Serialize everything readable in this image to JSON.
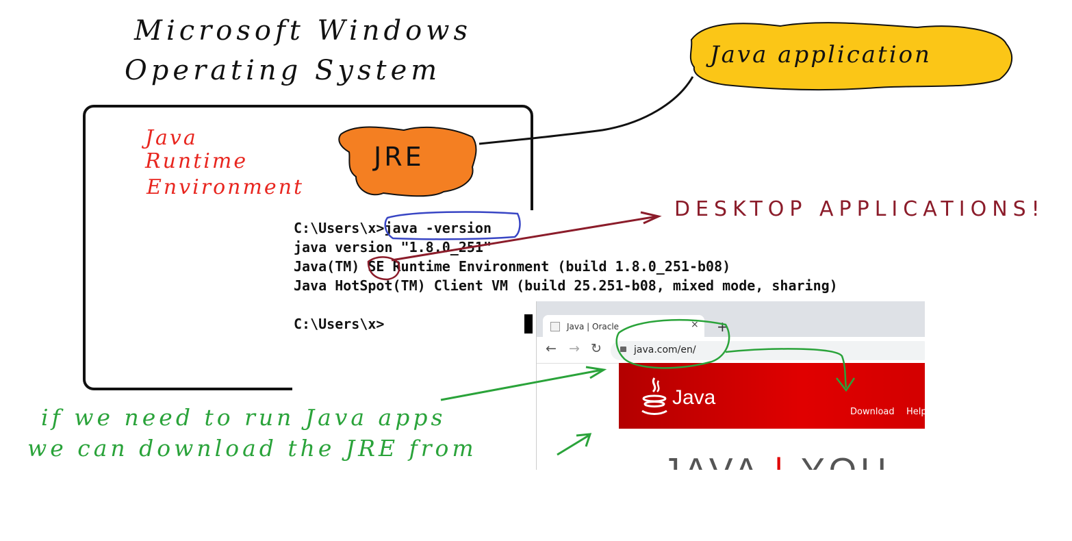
{
  "title": {
    "line1": "Microsoft Windows",
    "line2": "Operating System"
  },
  "jre_label": [
    "Java",
    "Runtime",
    "Environment"
  ],
  "jre_blob": "JRE",
  "callout": "Java application",
  "desktop": "DESKTOP APPLICATIONS!",
  "console": {
    "lines": [
      "C:\\Users\\x>java -version",
      "java version \"1.8.0_251\"",
      "Java(TM) SE Runtime Environment (build 1.8.0_251-b08)",
      "Java HotSpot(TM) Client VM (build 25.251-b08, mixed mode, sharing)",
      "",
      "C:\\Users\\x>"
    ]
  },
  "browser": {
    "tab_title": "Java | Oracle",
    "tab_close": "×",
    "new_tab": "+",
    "back": "←",
    "forward": "→",
    "reload": "↻",
    "url": "java.com/en/",
    "logo_word": "Java",
    "nav": {
      "download": "Download",
      "help": "Help"
    },
    "slogan_left": "JAVA",
    "slogan_bar": "|",
    "slogan_right": "YOU"
  },
  "notes": [
    "if we need to run Java apps",
    "we can download the JRE from"
  ],
  "colors": {
    "callout_fill": "#fbc617",
    "blob_fill": "#f47f22",
    "red_ink": "#e8261f",
    "maroon_ink": "#8b1c2a",
    "green_ink": "#2aa33a",
    "blue_ink": "#3845c4",
    "java_red": "#e00000"
  }
}
